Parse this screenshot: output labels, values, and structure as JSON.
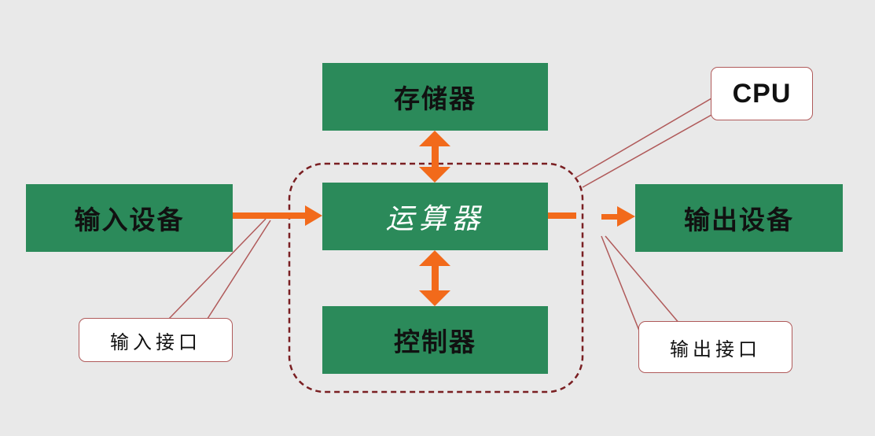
{
  "colors": {
    "background": "#e9e9e9",
    "box_fill": "#2b8a5a",
    "arrow": "#f26a1b",
    "cpu_border": "#7a1f22",
    "callout_line": "#b05a5a"
  },
  "blocks": {
    "memory": "存储器",
    "alu": "运算器",
    "controller": "控制器",
    "input_device": "输入设备",
    "output_device": "输出设备"
  },
  "callouts": {
    "cpu": "CPU",
    "input_interface": "输入接口",
    "output_interface": "输出接口"
  }
}
